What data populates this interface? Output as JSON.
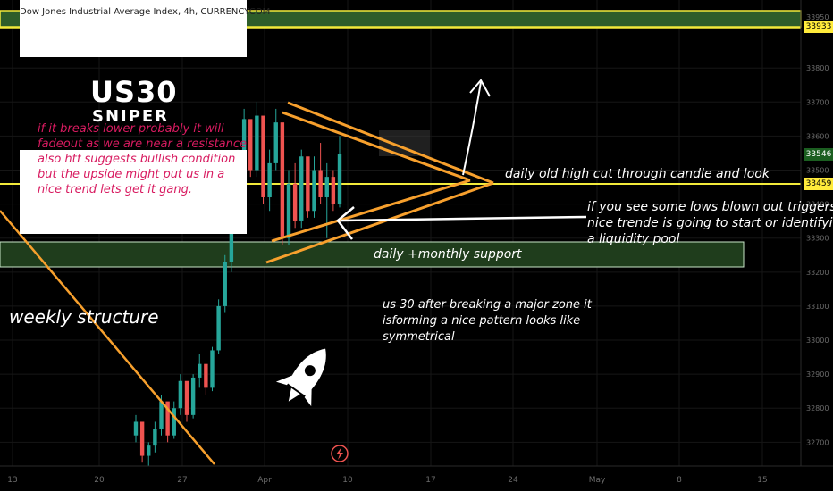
{
  "header": {
    "title": "Dow Jones Industrial Average Index, 4h, CURRENCYCOM"
  },
  "logo": {
    "line1": "US30",
    "line2": "SNIPER"
  },
  "annotations": {
    "note": "if it breaks lower probably it will fadeout as we are near a resistance also htf suggests bullish condition  but the upside might put us in a nice trend lets get it gang.",
    "weekly": "weekly structure",
    "daily_old_high": "daily old high cut through candle and look",
    "lows_line1": "if you see some lows blown out triggers",
    "lows_line2": "nice trende is going to start or identifyi",
    "lows_line3": "a liquidity pool",
    "support": "daily +monthly support",
    "us30_line1": "us 30 after breaking a major zone it",
    "us30_line2": "isforming a nice pattern looks like",
    "us30_line3": "symmetrical"
  },
  "price_tags": {
    "top": "33933",
    "current": "33546",
    "level": "33459"
  },
  "colors": {
    "zone_green": "#2e5d2a",
    "yellow_line": "#f2ea3a",
    "orange_line": "#f7a02d",
    "up_candle": "#26a69a",
    "down_candle": "#ef5350",
    "note_text": "#d81b60"
  },
  "chart_data": {
    "type": "candlestick",
    "instrument": "Dow Jones Industrial Average Index",
    "timeframe": "4h",
    "x_ticks": [
      "13",
      "20",
      "27",
      "Apr",
      "10",
      "17",
      "24",
      "May",
      "8",
      "15"
    ],
    "y_ticks": [
      33950,
      33800,
      33700,
      33600,
      33500,
      33400,
      33300,
      33200,
      33100,
      33000,
      32900,
      32800,
      32700
    ],
    "ylim": [
      32630,
      34000
    ],
    "levels": {
      "resistance_zone": [
        33950,
        33998
      ],
      "daily_high_line": 33459,
      "support_zone": [
        33220,
        33285
      ],
      "current_price": 33546
    },
    "candles": [
      [
        32720,
        32780,
        32700,
        32760
      ],
      [
        32760,
        32750,
        32640,
        32660
      ],
      [
        32660,
        32700,
        32630,
        32690
      ],
      [
        32690,
        32760,
        32670,
        32740
      ],
      [
        32740,
        32840,
        32720,
        32820
      ],
      [
        32820,
        32800,
        32700,
        32720
      ],
      [
        32720,
        32820,
        32710,
        32800
      ],
      [
        32800,
        32900,
        32780,
        32880
      ],
      [
        32880,
        32870,
        32760,
        32780
      ],
      [
        32780,
        32900,
        32770,
        32890
      ],
      [
        32890,
        32960,
        32860,
        32930
      ],
      [
        32930,
        32920,
        32840,
        32860
      ],
      [
        32860,
        32980,
        32850,
        32970
      ],
      [
        32970,
        33120,
        32960,
        33100
      ],
      [
        33100,
        33250,
        33080,
        33230
      ],
      [
        33230,
        33400,
        33200,
        33380
      ],
      [
        33380,
        33560,
        33360,
        33540
      ],
      [
        33540,
        33680,
        33500,
        33650
      ],
      [
        33650,
        33620,
        33480,
        33500
      ],
      [
        33500,
        33700,
        33480,
        33660
      ],
      [
        33660,
        33640,
        33400,
        33420
      ],
      [
        33420,
        33560,
        33380,
        33520
      ],
      [
        33520,
        33680,
        33500,
        33640
      ],
      [
        33640,
        33600,
        33280,
        33300
      ],
      [
        33300,
        33500,
        33280,
        33460
      ],
      [
        33460,
        33520,
        33330,
        33350
      ],
      [
        33350,
        33560,
        33330,
        33540
      ],
      [
        33540,
        33520,
        33360,
        33380
      ],
      [
        33380,
        33540,
        33360,
        33500
      ],
      [
        33500,
        33580,
        33400,
        33420
      ],
      [
        33420,
        33520,
        33300,
        33480
      ],
      [
        33480,
        33500,
        33380,
        33400
      ],
      [
        33400,
        33600,
        33390,
        33546
      ]
    ]
  }
}
